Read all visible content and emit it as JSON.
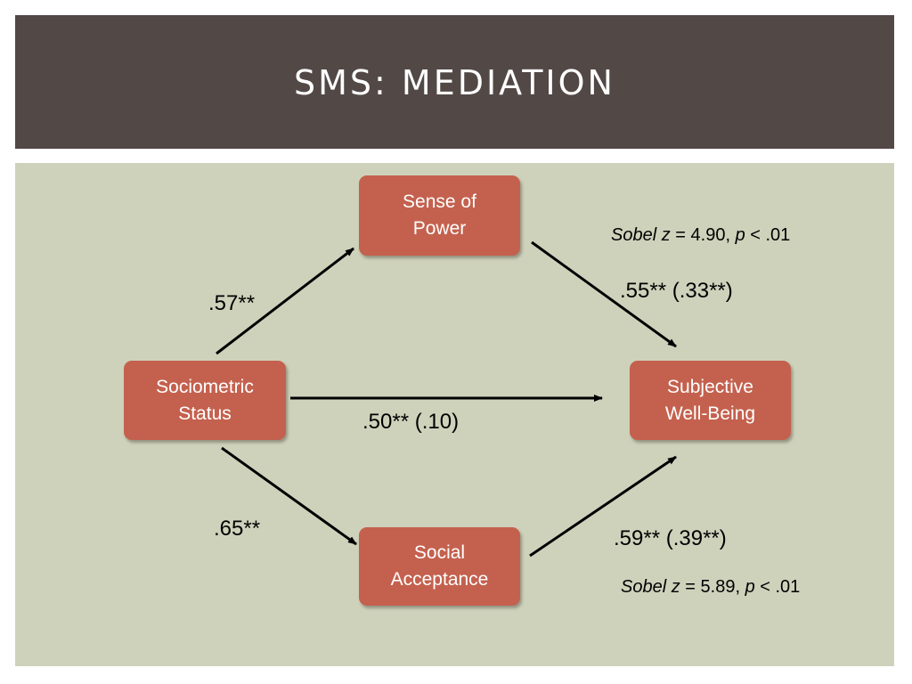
{
  "slide": {
    "title": "SMS: MEDIATION"
  },
  "diagram": {
    "nodes": {
      "power": [
        "Sense of",
        "Power"
      ],
      "status": [
        "Sociometric",
        "Status"
      ],
      "wellbeing": [
        "Subjective",
        "Well-Being"
      ],
      "acceptance": [
        "Social",
        "Acceptance"
      ]
    },
    "paths": {
      "status_to_power": ".57**",
      "power_to_wellbeing": ".55** (.33**)",
      "status_to_wellbeing": ".50** (.10)",
      "status_to_acceptance": ".65**",
      "acceptance_to_wellbeing": ".59** (.39**)"
    },
    "sobel_power": {
      "label": "Sobel z",
      "equals": " = 4.90, ",
      "p": "p",
      "rest": " < .01"
    },
    "sobel_acceptance": {
      "label": "Sobel z",
      "equals": " = 5.89, ",
      "p": "p",
      "rest": " < .01"
    }
  },
  "colors": {
    "header_bg": "#524846",
    "content_bg": "#ced2bb",
    "node_fill": "#c4614e",
    "arrow": "#000000"
  }
}
